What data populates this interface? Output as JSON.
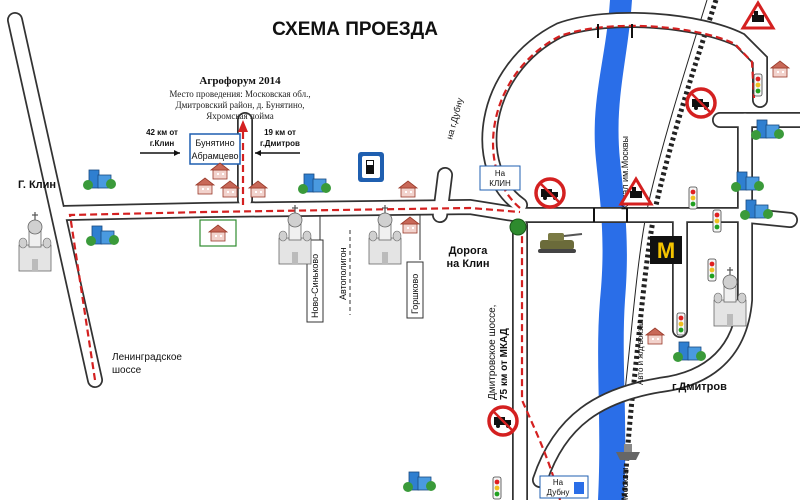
{
  "title": "СХЕМА ПРОЕЗДА",
  "event": {
    "name": "Агрофорум 2014",
    "venue_line1": "Место проведения: Московская обл.,",
    "venue_line2": "Дмитровский район, д. Бунятино,",
    "venue_line3": "Яхромская пойма"
  },
  "venue_box": {
    "line1": "Бунятино",
    "line2": "Абрамцево"
  },
  "distance_left": {
    "line1": "42 км от",
    "line2": "г.Клин"
  },
  "distance_right": {
    "line1": "19 км от",
    "line2": "г.Дмитров"
  },
  "towns": {
    "klin": "Г. Клин",
    "dmitrov": "г.Дмитров"
  },
  "roads": {
    "leningradskoe": "Ленинградское",
    "shosse": "шоссе",
    "to_dubna_top": "на г.Дубну",
    "to_klin_sign_line1": "На",
    "to_klin_sign_line2": "КЛИН",
    "road_to_klin_line1": "Дорога",
    "road_to_klin_line2": "на Клин",
    "dmitrovskoe_line1": "Дмитровское шоссе,",
    "dmitrovskoe_line2": "75 км от МКАД",
    "kanal": "Канал им.Москвы",
    "station": "Авто и ж/д вокзал",
    "moskvy": "Москвы",
    "to_dubna_bottom_line1": "На",
    "to_dubna_bottom_line2": "Дубну"
  },
  "villages": {
    "novo_sinkovo": "Ново-Синьково",
    "avtopoligon": "Автополигон",
    "goshkovo": "Горшково"
  },
  "icons": {
    "gas_station": "gas-station-icon",
    "no_trucks": "no-trucks-sign-icon",
    "railway_crossing": "railway-crossing-sign-icon",
    "traffic_light": "traffic-light-icon",
    "mcdonalds": "mcdonalds-logo-icon",
    "tank": "tank-monument-icon",
    "church": "church-icon",
    "house": "house-icon",
    "apartment": "apartment-icon",
    "boat": "boat-icon"
  },
  "colors": {
    "route": "#d42020",
    "road_casing": "#333333",
    "river": "#2a6ee8",
    "railway": "#222222",
    "roundabout": "#2e8b2e",
    "venue_box": "#1f5fb0"
  }
}
